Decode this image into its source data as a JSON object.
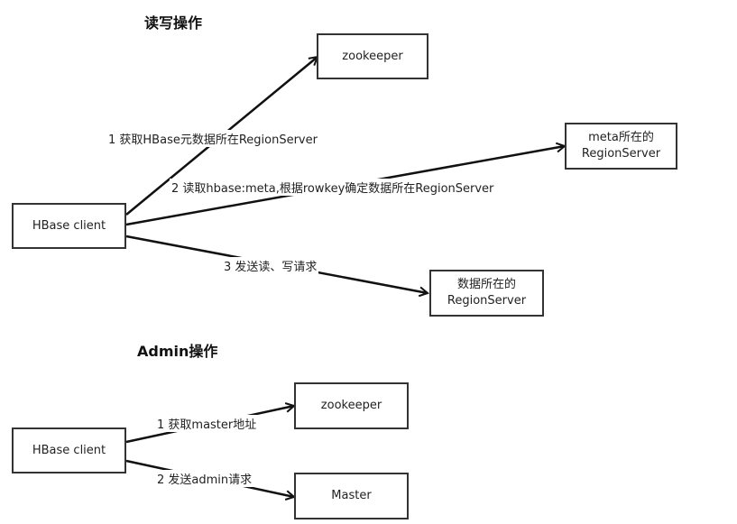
{
  "sections": {
    "rw": {
      "title": "读写操作",
      "client": "HBase client",
      "zookeeper": "zookeeper",
      "meta_server": "meta所在的RegionServer",
      "data_server": "数据所在的RegionServer",
      "edges": [
        {
          "label": "1 获取HBase元数据所在RegionServer"
        },
        {
          "label": "2 读取hbase:meta,根据rowkey确定数据所在RegionServer"
        },
        {
          "label": "3 发送读、写请求"
        }
      ]
    },
    "admin": {
      "title": "Admin操作",
      "client": "HBase client",
      "zookeeper": "zookeeper",
      "master": "Master",
      "edges": [
        {
          "label": "1 获取master地址"
        },
        {
          "label": "2 发送admin请求"
        }
      ]
    }
  }
}
